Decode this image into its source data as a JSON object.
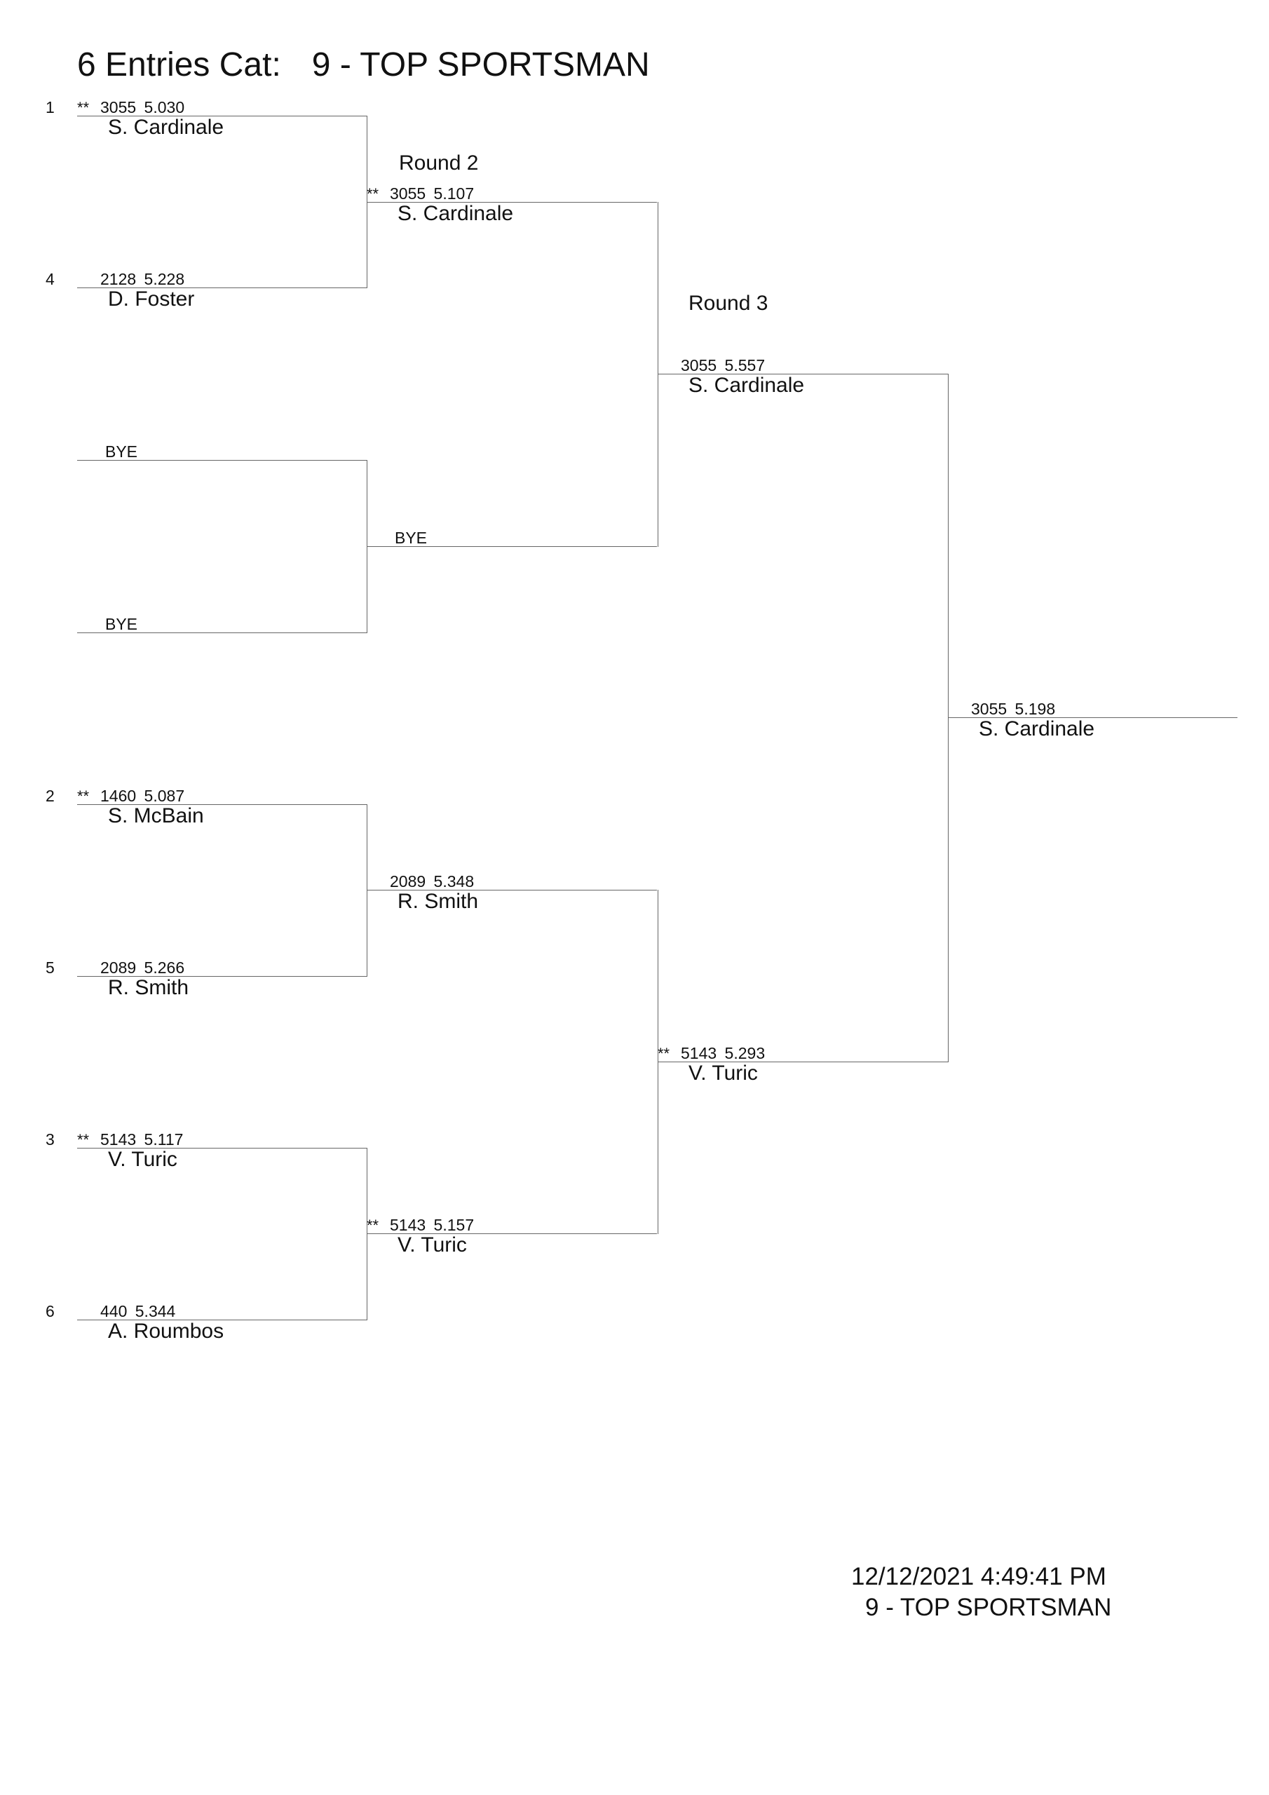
{
  "header": {
    "entries_label": "6 Entries Cat:",
    "category": "9 - TOP SPORTSMAN"
  },
  "round_labels": [
    "Round 2",
    "Round 3"
  ],
  "bracket": {
    "round1": [
      {
        "seed": "1",
        "marker": "**",
        "result": "3055 5.030",
        "name": "S. Cardinale"
      },
      {
        "seed": "4",
        "result": "2128 5.228",
        "name": "D. Foster"
      },
      {
        "result": "BYE"
      },
      {
        "result": "BYE"
      },
      {
        "seed": "2",
        "marker": "**",
        "result": "1460 5.087",
        "name": "S. McBain"
      },
      {
        "seed": "5",
        "result": "2089 5.266",
        "name": "R. Smith"
      },
      {
        "seed": "3",
        "marker": "**",
        "result": "5143 5.117",
        "name": "V. Turic"
      },
      {
        "seed": "6",
        "result": "440 5.344",
        "name": "A. Roumbos"
      }
    ],
    "round2": [
      {
        "marker": "**",
        "result": "3055 5.107",
        "name": "S. Cardinale"
      },
      {
        "result": "BYE"
      },
      {
        "result": "2089 5.348",
        "name": "R. Smith"
      },
      {
        "marker": "**",
        "result": "5143 5.157",
        "name": "V. Turic"
      }
    ],
    "round3": [
      {
        "result": "3055 5.557",
        "name": "S. Cardinale"
      },
      {
        "marker": "**",
        "result": "5143 5.293",
        "name": "V. Turic"
      }
    ],
    "final": {
      "result": "3055 5.198",
      "name": "S. Cardinale"
    }
  },
  "footer": {
    "timestamp": "12/12/2021 4:49:41 PM",
    "category": "9 - TOP SPORTSMAN"
  },
  "colors": {
    "text": "#111111",
    "lines": "#666666",
    "background": "#ffffff"
  }
}
